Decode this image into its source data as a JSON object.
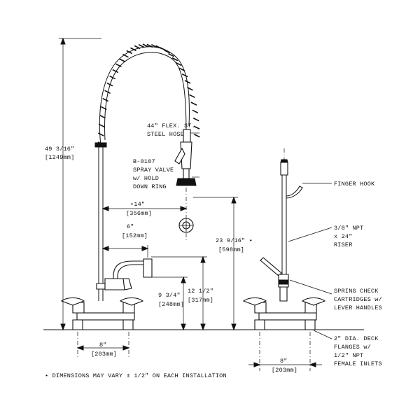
{
  "labels": {
    "hose_1": "44\" FLEX. ST.",
    "hose_2": "STEEL HOSE",
    "valve_1": "B-0107",
    "valve_2": "SPRAY VALVE",
    "valve_3": "w/ HOLD",
    "valve_4": "DOWN RING",
    "finger_hook": "FINGER HOOK",
    "riser_1": "3/8\" NPT",
    "riser_2": "x 24\"",
    "riser_3": "RISER",
    "cart_1": "SPRING CHECK",
    "cart_2": "CARTRIDGES w/",
    "cart_3": "LEVER HANDLES",
    "flange_1": "2\" DIA. DECK",
    "flange_2": "FLANGES w/",
    "flange_3": "1/2\" NPT",
    "flange_4": "FEMALE INLETS",
    "note": "• DIMENSIONS MAY VARY ± 1/2\" ON EACH INSTALLATION"
  },
  "dimensions": {
    "height_in": "49 3/16\"",
    "height_mm": "[1249mm]",
    "reach_in": "•14\"",
    "reach_mm": "[356mm]",
    "spout_in": "6\"",
    "spout_mm": "[152mm]",
    "spout_ht_in": "9 3/4\"",
    "spout_ht_mm": "[248mm]",
    "faucet_ht_in": "12 1/2\"",
    "faucet_ht_mm": "[317mm]",
    "ring_ht_in": "23 9/16\" •",
    "ring_ht_mm": "[598mm]",
    "centers_front_in": "8\"",
    "centers_front_mm": "[203mm]",
    "centers_side_in": "8\"",
    "centers_side_mm": "[203mm]"
  }
}
